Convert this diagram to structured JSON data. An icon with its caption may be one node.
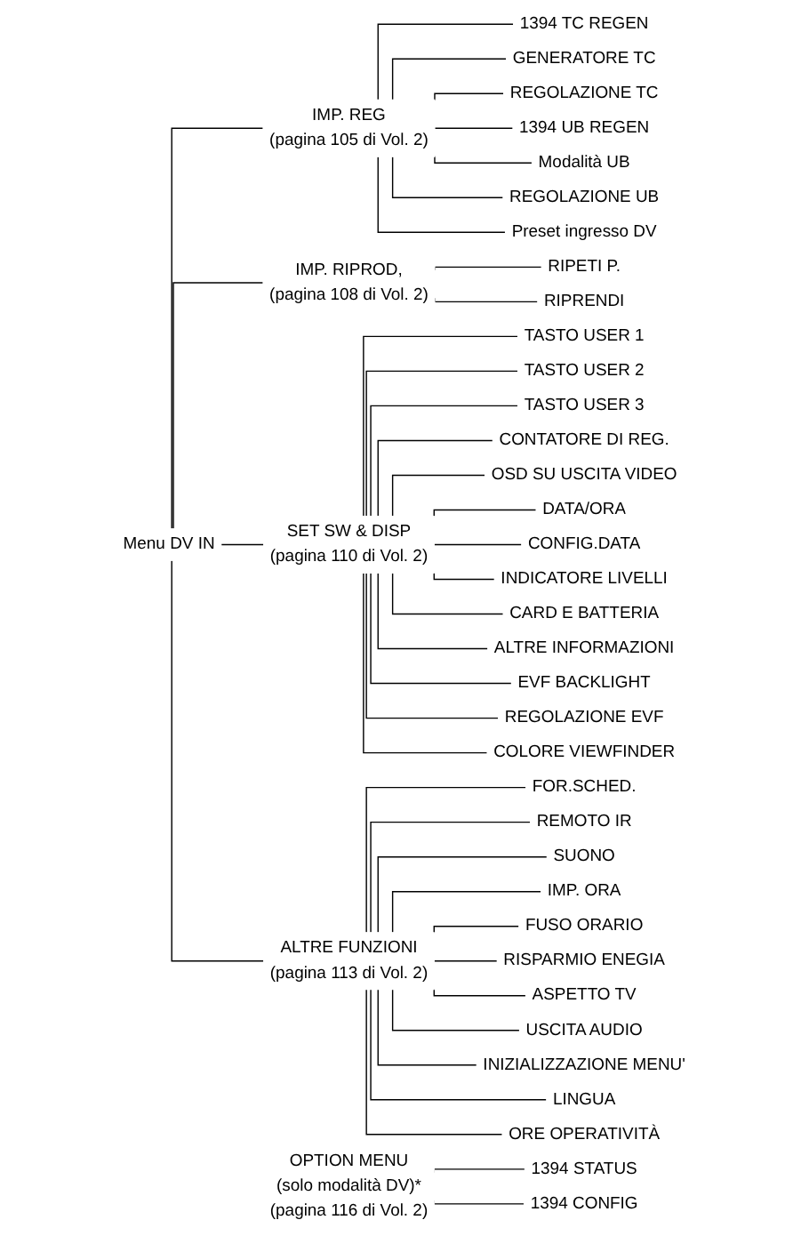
{
  "diagram": {
    "nodes": [
      {
        "text": [
          "Menu DV IN"
        ]
      },
      {
        "text": [
          "IMP. REG",
          "(pagina 105 di Vol. 2)"
        ]
      },
      {
        "text": [
          "1394 TC REGEN"
        ]
      },
      {
        "text": [
          "GENERATORE TC"
        ]
      },
      {
        "text": [
          "REGOLAZIONE TC"
        ]
      },
      {
        "text": [
          "1394 UB REGEN"
        ]
      },
      {
        "text": [
          "Modalità UB"
        ]
      },
      {
        "text": [
          "REGOLAZIONE UB"
        ]
      },
      {
        "text": [
          "Preset ingresso DV"
        ]
      },
      {
        "text": [
          "IMP. RIPROD,",
          "(pagina 108 di Vol. 2)"
        ]
      },
      {
        "text": [
          "RIPETI P."
        ]
      },
      {
        "text": [
          "RIPRENDI"
        ]
      },
      {
        "text": [
          "SET SW & DISP",
          "(pagina 110 di Vol. 2)"
        ]
      },
      {
        "text": [
          "TASTO USER 1"
        ]
      },
      {
        "text": [
          "TASTO USER 2"
        ]
      },
      {
        "text": [
          "TASTO USER 3"
        ]
      },
      {
        "text": [
          "CONTATORE DI REG."
        ]
      },
      {
        "text": [
          "OSD SU USCITA VIDEO"
        ]
      },
      {
        "text": [
          "DATA/ORA"
        ]
      },
      {
        "text": [
          "CONFIG.DATA"
        ]
      },
      {
        "text": [
          "INDICATORE LIVELLI"
        ]
      },
      {
        "text": [
          "CARD E BATTERIA"
        ]
      },
      {
        "text": [
          "ALTRE INFORMAZIONI"
        ]
      },
      {
        "text": [
          "EVF BACKLIGHT"
        ]
      },
      {
        "text": [
          "REGOLAZIONE EVF"
        ]
      },
      {
        "text": [
          "COLORE VIEWFINDER"
        ]
      },
      {
        "text": [
          "ALTRE FUNZIONI",
          "(pagina 113 di Vol. 2)"
        ]
      },
      {
        "text": [
          "FOR.SCHED."
        ]
      },
      {
        "text": [
          "REMOTO IR"
        ]
      },
      {
        "text": [
          "SUONO"
        ]
      },
      {
        "text": [
          "IMP. ORA"
        ]
      },
      {
        "text": [
          "FUSO ORARIO"
        ]
      },
      {
        "text": [
          "RISPARMIO ENEGIA"
        ]
      },
      {
        "text": [
          "ASPETTO TV"
        ]
      },
      {
        "text": [
          "USCITA AUDIO"
        ]
      },
      {
        "text": [
          "INIZIALIZZAZIONE MENU'"
        ]
      },
      {
        "text": [
          "LINGUA"
        ]
      },
      {
        "text": [
          "ORE OPERATIVITÀ"
        ]
      },
      {
        "text": [
          "OPTION MENU",
          "(solo modalità DV)*",
          "(pagina 116 di Vol. 2)"
        ]
      },
      {
        "text": [
          "1394 STATUS"
        ]
      },
      {
        "text": [
          "1394 CONFIG"
        ]
      }
    ],
    "edges": [
      {
        "from": 0,
        "to": 1,
        "arrow": "none"
      },
      {
        "from": 1,
        "to": 2,
        "arrow": "none"
      },
      {
        "from": 1,
        "to": 3,
        "arrow": "none"
      },
      {
        "from": 1,
        "to": 4,
        "arrow": "none"
      },
      {
        "from": 1,
        "to": 5,
        "arrow": "none"
      },
      {
        "from": 1,
        "to": 6,
        "arrow": "none"
      },
      {
        "from": 1,
        "to": 7,
        "arrow": "none"
      },
      {
        "from": 1,
        "to": 8,
        "arrow": "none"
      },
      {
        "from": 0,
        "to": 9,
        "arrow": "none"
      },
      {
        "from": 9,
        "to": 10,
        "arrow": "none"
      },
      {
        "from": 9,
        "to": 11,
        "arrow": "none"
      },
      {
        "from": 0,
        "to": 12,
        "arrow": "none"
      },
      {
        "from": 12,
        "to": 13,
        "arrow": "none"
      },
      {
        "from": 12,
        "to": 14,
        "arrow": "none"
      },
      {
        "from": 12,
        "to": 15,
        "arrow": "none"
      },
      {
        "from": 12,
        "to": 16,
        "arrow": "none"
      },
      {
        "from": 12,
        "to": 17,
        "arrow": "none"
      },
      {
        "from": 12,
        "to": 18,
        "arrow": "none"
      },
      {
        "from": 12,
        "to": 19,
        "arrow": "none"
      },
      {
        "from": 12,
        "to": 20,
        "arrow": "none"
      },
      {
        "from": 12,
        "to": 21,
        "arrow": "none"
      },
      {
        "from": 12,
        "to": 22,
        "arrow": "none"
      },
      {
        "from": 12,
        "to": 23,
        "arrow": "none"
      },
      {
        "from": 12,
        "to": 24,
        "arrow": "none"
      },
      {
        "from": 12,
        "to": 25,
        "arrow": "none"
      },
      {
        "from": 0,
        "to": 26,
        "arrow": "none"
      },
      {
        "from": 26,
        "to": 27,
        "arrow": "none"
      },
      {
        "from": 26,
        "to": 28,
        "arrow": "none"
      },
      {
        "from": 26,
        "to": 29,
        "arrow": "none"
      },
      {
        "from": 26,
        "to": 30,
        "arrow": "none"
      },
      {
        "from": 26,
        "to": 31,
        "arrow": "none"
      },
      {
        "from": 26,
        "to": 32,
        "arrow": "none"
      },
      {
        "from": 26,
        "to": 33,
        "arrow": "none"
      },
      {
        "from": 26,
        "to": 34,
        "arrow": "none"
      },
      {
        "from": 26,
        "to": 35,
        "arrow": "none"
      },
      {
        "from": 26,
        "to": 36,
        "arrow": "none"
      },
      {
        "from": 26,
        "to": 37,
        "arrow": "none"
      },
      {
        "from": 38,
        "to": 39,
        "arrow": "none"
      },
      {
        "from": 38,
        "to": 40,
        "arrow": "none"
      }
    ]
  }
}
